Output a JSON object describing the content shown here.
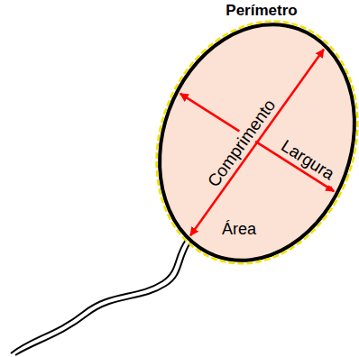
{
  "diagram": {
    "nodes": [
      {
        "text": [
          "Perímetro",
          "Comprimento",
          "Largura",
          "Área"
        ]
      }
    ]
  }
}
